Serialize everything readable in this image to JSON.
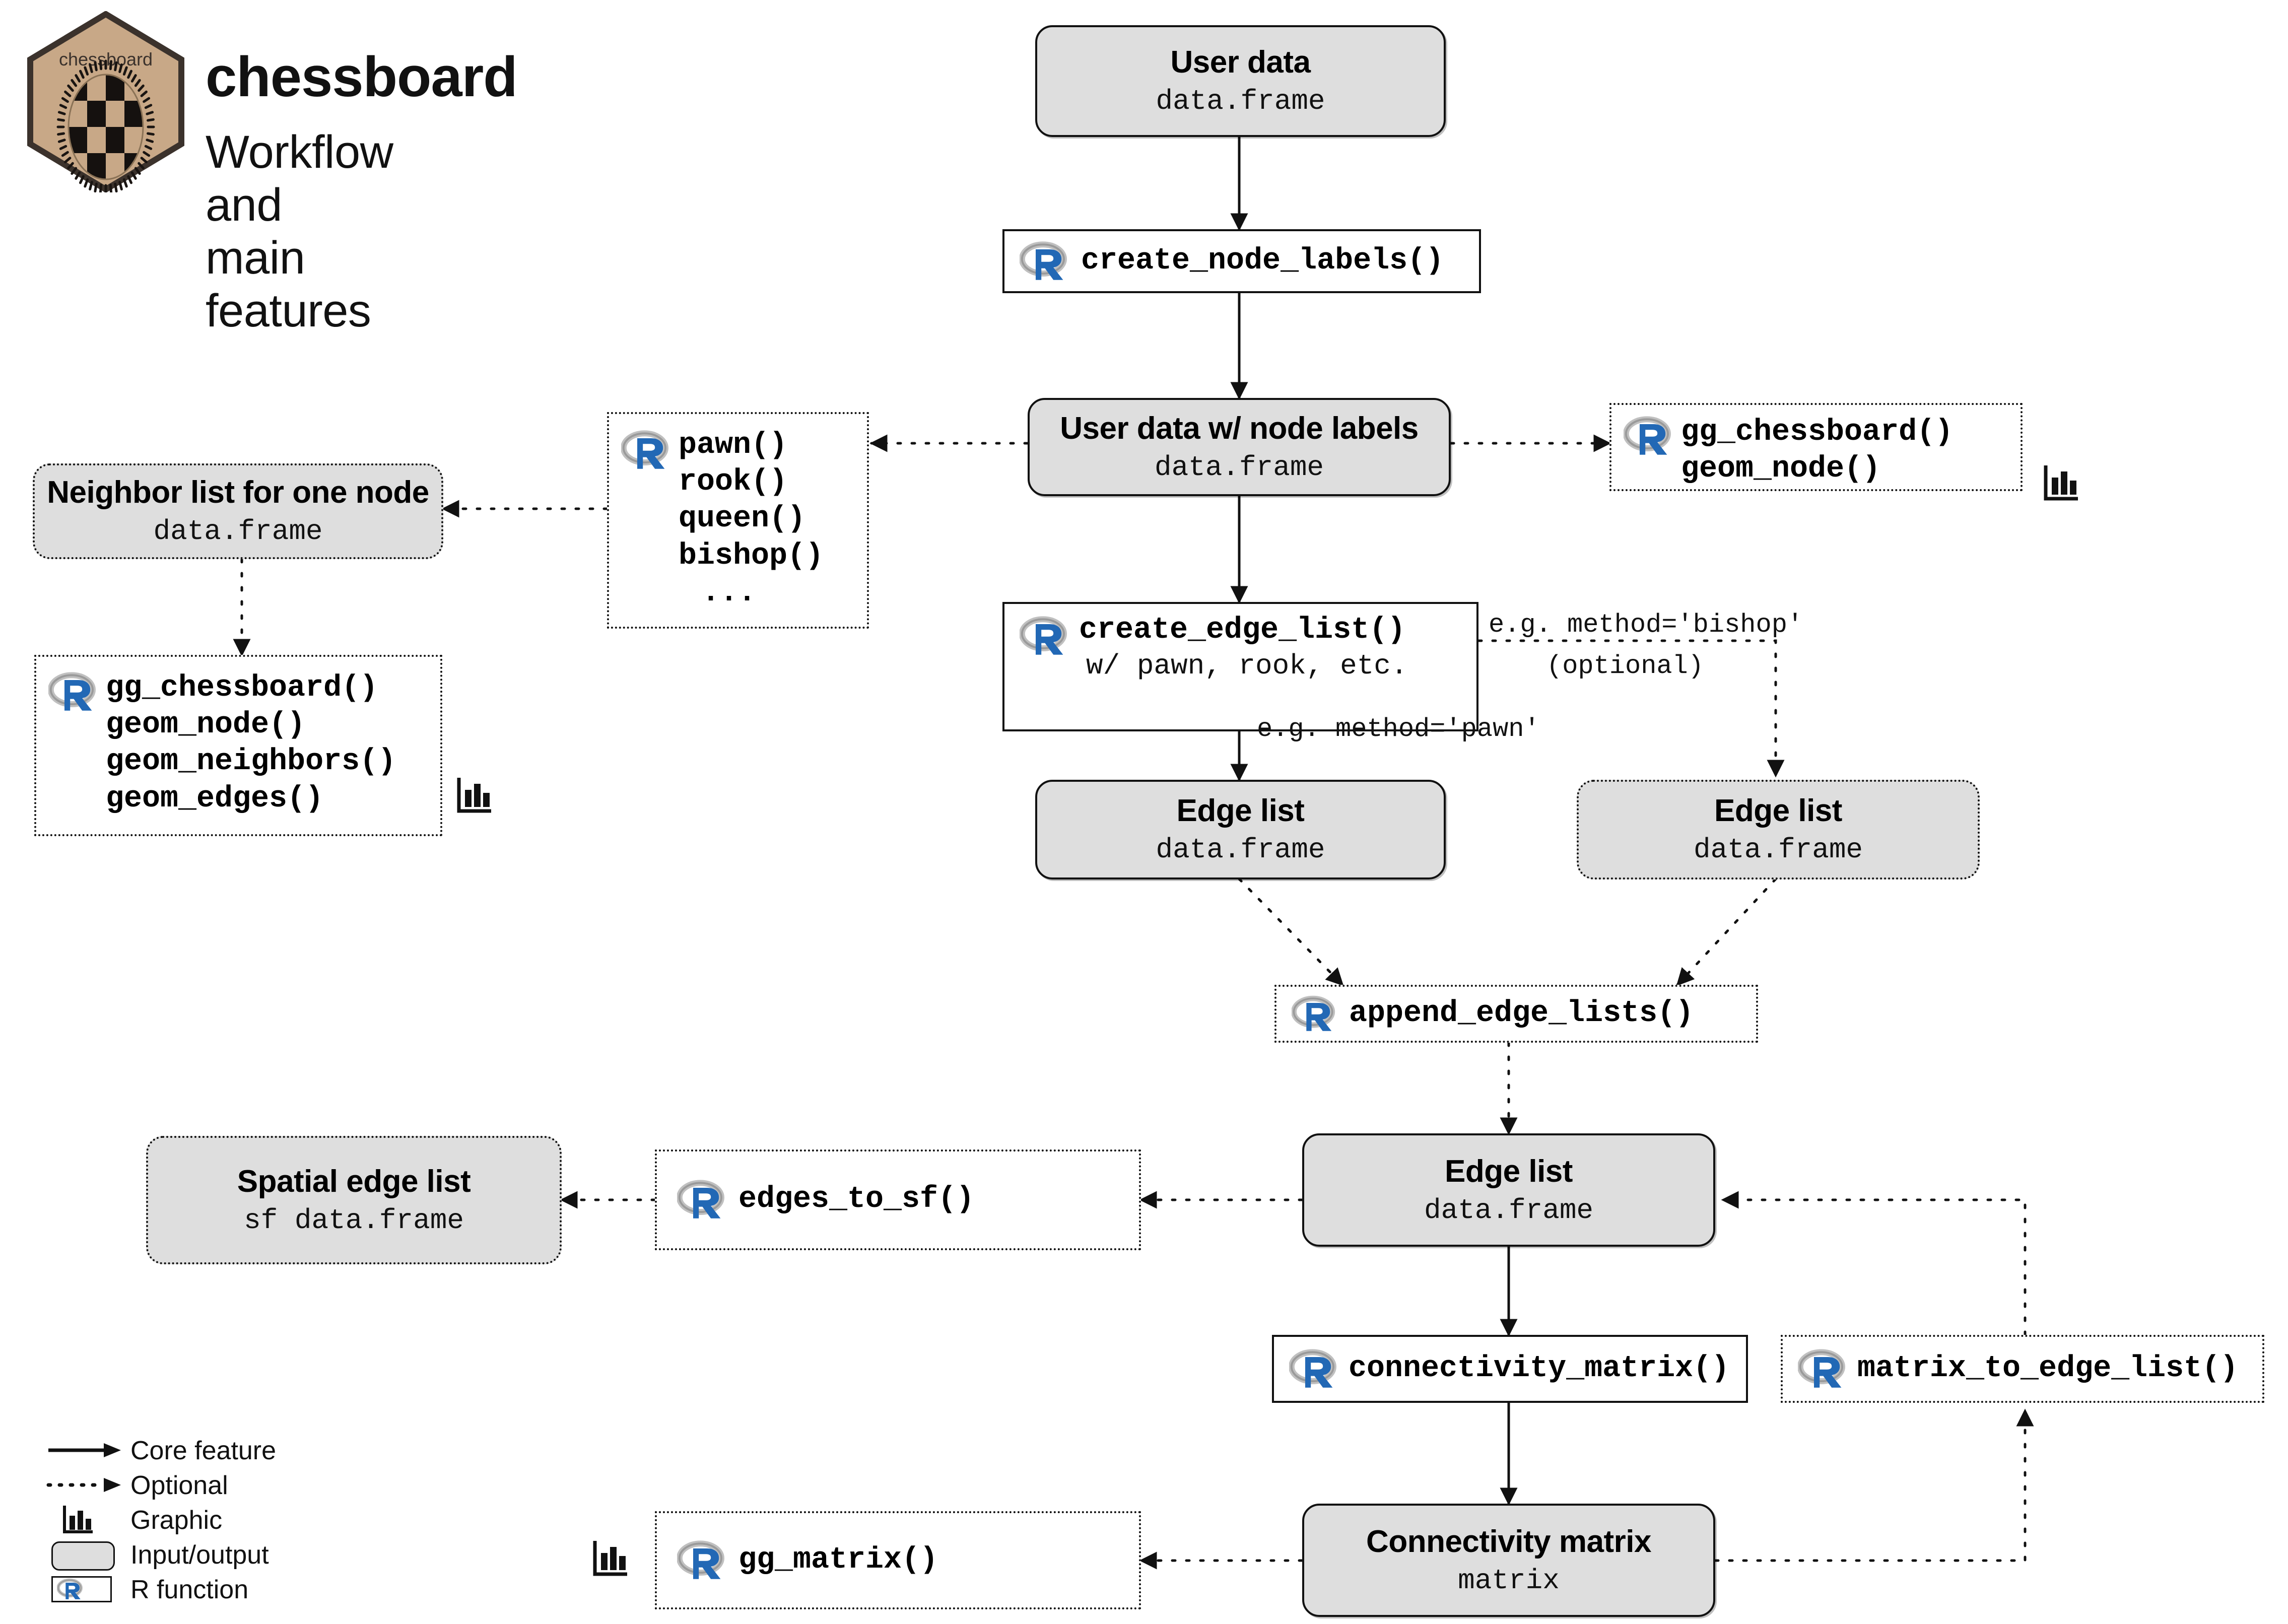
{
  "header": {
    "logo_badge_text": "chessboard",
    "title": "chessboard",
    "subtitle": "Workflow and main features"
  },
  "nodes": {
    "user_data": {
      "title": "User data",
      "type": "data.frame"
    },
    "create_node_labels": {
      "code": "create_node_labels()"
    },
    "user_data_labels": {
      "title": "User data w/ node labels",
      "type": "data.frame"
    },
    "piece_fns": {
      "lines": [
        "pawn()",
        "rook()",
        "queen()",
        "bishop()",
        "..."
      ]
    },
    "gg_chessboard_right": {
      "lines": [
        "gg_chessboard()",
        "geom_node()"
      ]
    },
    "neighbor_list": {
      "title": "Neighbor list for one node",
      "type": "data.frame"
    },
    "gg_chessboard_left": {
      "lines": [
        "gg_chessboard()",
        "geom_node()",
        "geom_neighbors()",
        "geom_edges()"
      ]
    },
    "create_edge_list": {
      "code": "create_edge_list()",
      "sub": "w/ pawn, rook, etc."
    },
    "edge_list_pawn": {
      "title": "Edge list",
      "type": "data.frame"
    },
    "edge_list_bishop": {
      "title": "Edge list",
      "type": "data.frame"
    },
    "append_edge_lists": {
      "code": "append_edge_lists()"
    },
    "edge_list_merged": {
      "title": "Edge list",
      "type": "data.frame"
    },
    "edges_to_sf": {
      "code": "edges_to_sf()"
    },
    "spatial_edge_list": {
      "title": "Spatial edge list",
      "type": "sf data.frame"
    },
    "connectivity_matrix_fn": {
      "code": "connectivity_matrix()"
    },
    "matrix_to_edge_list": {
      "code": "matrix_to_edge_list()"
    },
    "connectivity_matrix": {
      "title": "Connectivity matrix",
      "type": "matrix"
    },
    "gg_matrix": {
      "code": "gg_matrix()"
    }
  },
  "edge_labels": {
    "bishop_method": "e.g. method='bishop'",
    "bishop_optional": "(optional)",
    "pawn_method": "e.g. method='pawn'"
  },
  "legend": {
    "items": [
      {
        "icon": "solid-arrow-icon",
        "label": "Core feature"
      },
      {
        "icon": "dotted-arrow-icon",
        "label": "Optional"
      },
      {
        "icon": "bar-chart-icon",
        "label": "Graphic"
      },
      {
        "icon": "rounded-box-icon",
        "label": "Input/output"
      },
      {
        "icon": "r-logo-icon",
        "label": "R function"
      }
    ]
  },
  "colors": {
    "io_fill": "#dedede",
    "stroke": "#111111",
    "r_blue": "#2268b5",
    "r_grey": "#b5b5b5",
    "logo_tan": "#c8a887",
    "logo_border": "#3b322c",
    "background": "#ffffff"
  }
}
